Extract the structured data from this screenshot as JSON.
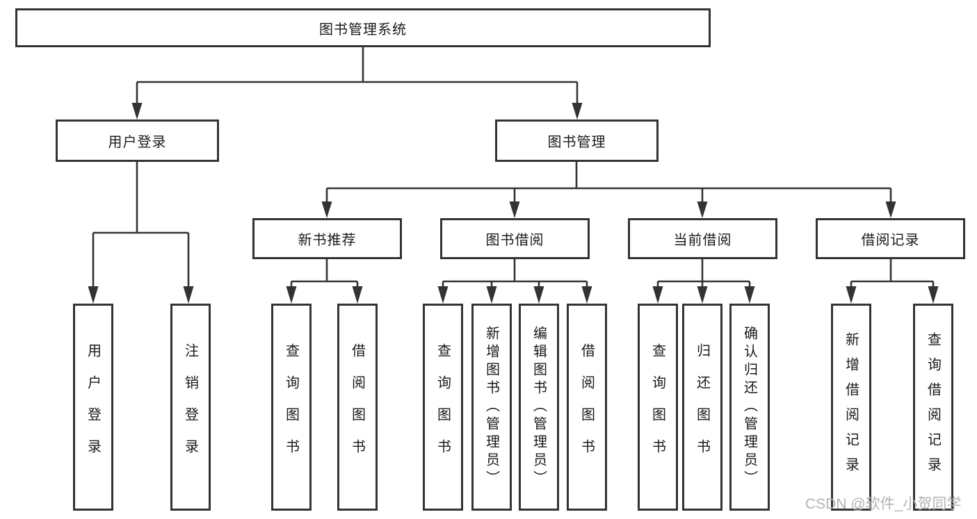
{
  "diagram": {
    "root": {
      "label": "图书管理系统"
    },
    "children": [
      {
        "label": "用户登录",
        "children": [
          {
            "label": "用户登录"
          },
          {
            "label": "注销登录"
          }
        ]
      },
      {
        "label": "图书管理",
        "children": [
          {
            "label": "新书推荐",
            "children": [
              {
                "label": "查询图书"
              },
              {
                "label": "借阅图书"
              }
            ]
          },
          {
            "label": "图书借阅",
            "children": [
              {
                "label": "查询图书"
              },
              {
                "label": "新增图书（管理员）"
              },
              {
                "label": "编辑图书（管理员）"
              },
              {
                "label": "借阅图书"
              }
            ]
          },
          {
            "label": "当前借阅",
            "children": [
              {
                "label": "查询图书"
              },
              {
                "label": "归还图书"
              },
              {
                "label": "确认归还（管理员）"
              }
            ]
          },
          {
            "label": "借阅记录",
            "children": [
              {
                "label": "新增借阅记录"
              },
              {
                "label": "查询借阅记录"
              }
            ]
          }
        ]
      }
    ]
  },
  "watermark": {
    "text": "CSDN @软件_小贺同学"
  },
  "colors": {
    "line": "#333333",
    "node_border": "#333333",
    "node_text": "#1a1a1a",
    "background": "#ffffff",
    "watermark": "#b3b3b3"
  }
}
